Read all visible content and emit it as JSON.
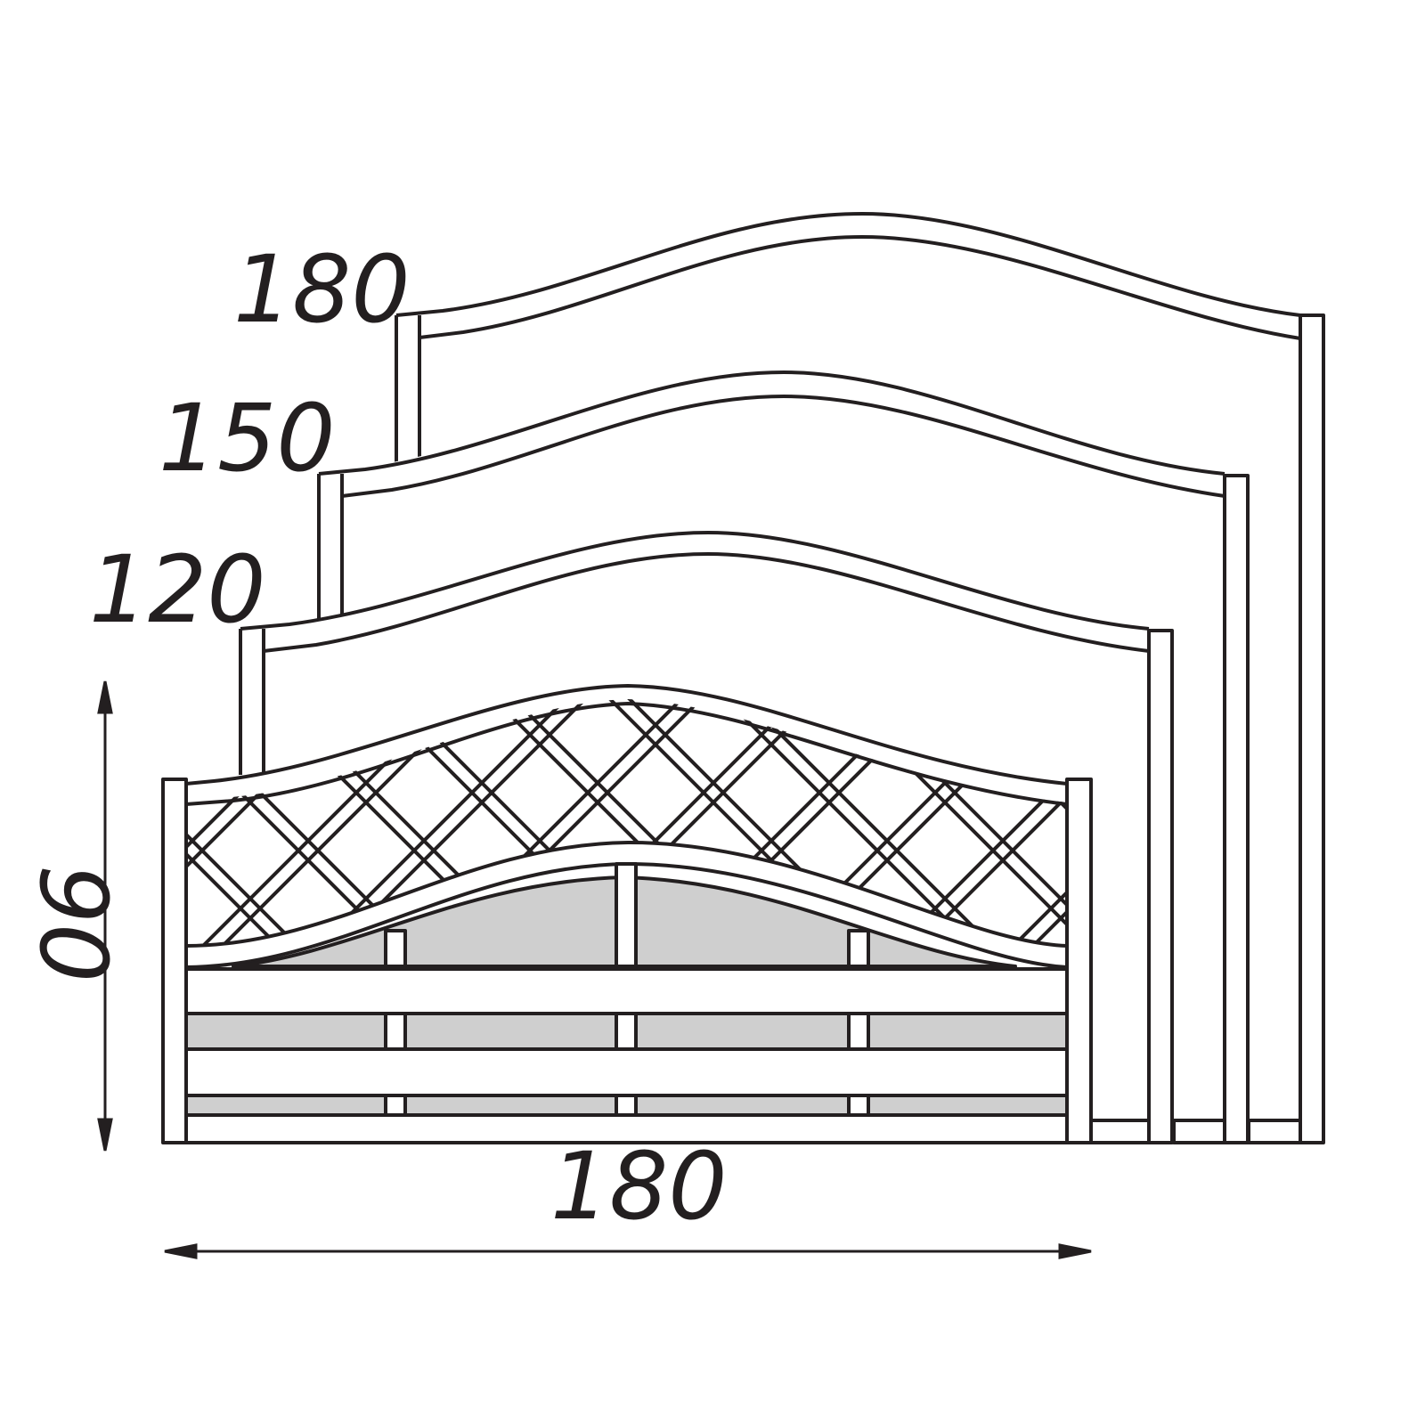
{
  "dimensions": {
    "panel_heights": [
      "180",
      "150",
      "120"
    ],
    "front_panel_height": "90",
    "width": "180"
  },
  "colors": {
    "line": "#231f20",
    "board_fill": "#cfcfcf",
    "background": "#ffffff"
  }
}
